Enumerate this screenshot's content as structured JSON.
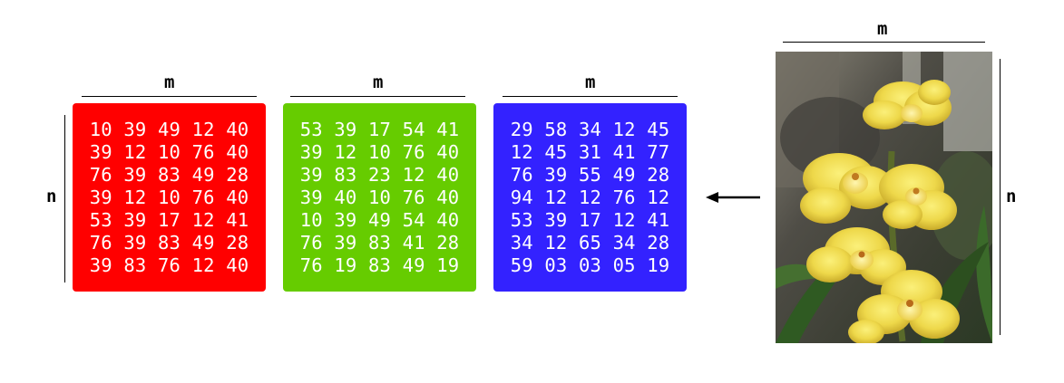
{
  "colors": {
    "red": "#ff0000",
    "green": "#66cc00",
    "blue": "#3322ff"
  },
  "labels": {
    "width": "m",
    "height": "n"
  },
  "matrices": [
    {
      "color": "red",
      "rows": [
        "10 39 49 12 40",
        "39 12 10 76 40",
        "76 39 83 49 28",
        "39 12 10 76 40",
        "53 39 17 12 41",
        "76 39 83 49 28",
        "39 83 76 12 40"
      ]
    },
    {
      "color": "green",
      "rows": [
        "53 39 17 54 41",
        "39 12 10 76 40",
        "39 83 23 12 40",
        "39 40 10 76 40",
        "10 39 49 54 40",
        "76 39 83 41 28",
        "76 19 83 49 19"
      ]
    },
    {
      "color": "blue",
      "rows": [
        "29 58 34 12 45",
        "12 45 31 41 77",
        "76 39 55 49 28",
        "94 12 12 76 12",
        "53 39 17 12 41",
        "34 12 65 34 28",
        "59 03 03 05 19"
      ]
    }
  ],
  "photo_subject": "yellow-orchid-photo",
  "arrow": "left-arrow-icon"
}
